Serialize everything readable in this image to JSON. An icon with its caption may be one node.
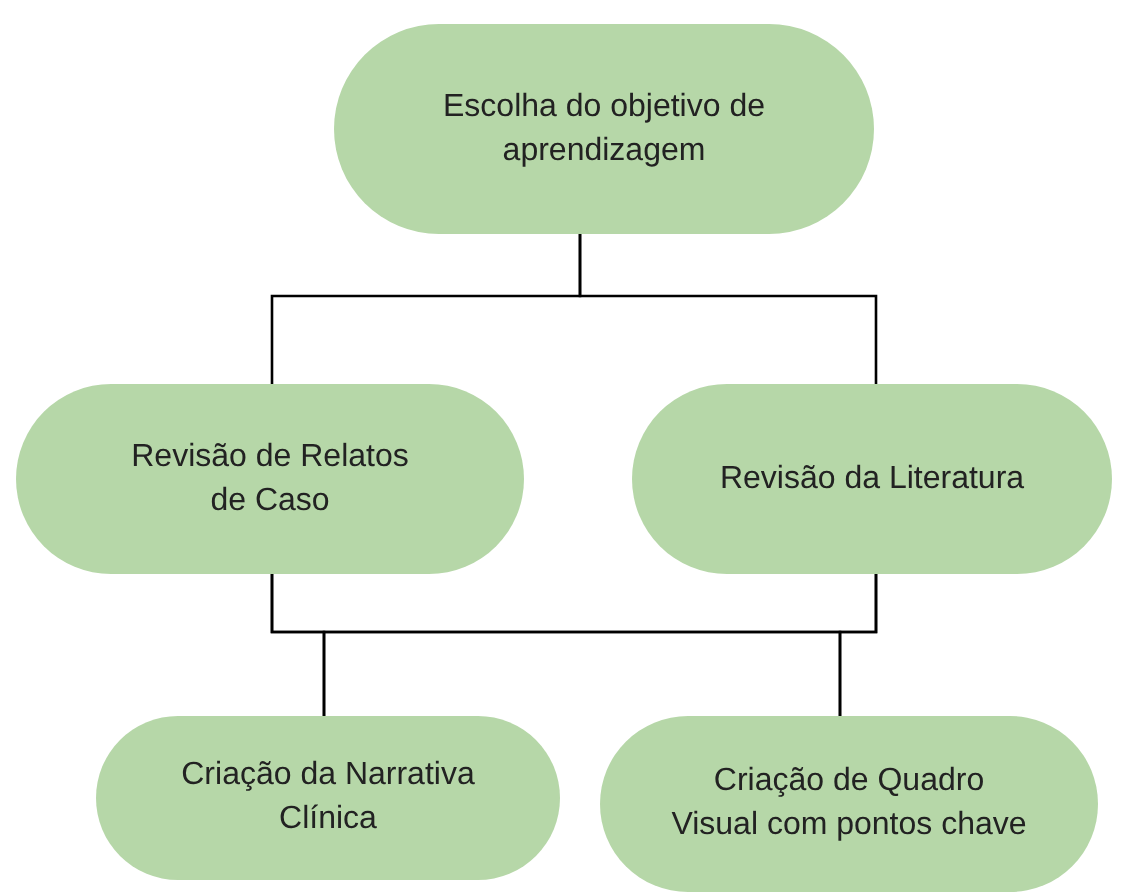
{
  "diagram": {
    "nodes": [
      {
        "text": [
          "Escolha do objetivo de aprendizagem"
        ]
      },
      {
        "text": [
          "Revisão de Relatos de Caso"
        ]
      },
      {
        "text": [
          "Revisão da Literatura"
        ]
      },
      {
        "text": [
          "Criação da Narrativa Clínica"
        ]
      },
      {
        "text": [
          "Criação de Quadro Visual com pontos chave"
        ]
      }
    ],
    "edges": [
      {
        "from": 0,
        "to": 1,
        "arrow": "none"
      },
      {
        "from": 0,
        "to": 2,
        "arrow": "none"
      },
      {
        "from": 1,
        "to": 3,
        "arrow": "none"
      },
      {
        "from": 1,
        "to": 4,
        "arrow": "none"
      },
      {
        "from": 2,
        "to": 3,
        "arrow": "none"
      },
      {
        "from": 2,
        "to": 4,
        "arrow": "none"
      }
    ]
  }
}
